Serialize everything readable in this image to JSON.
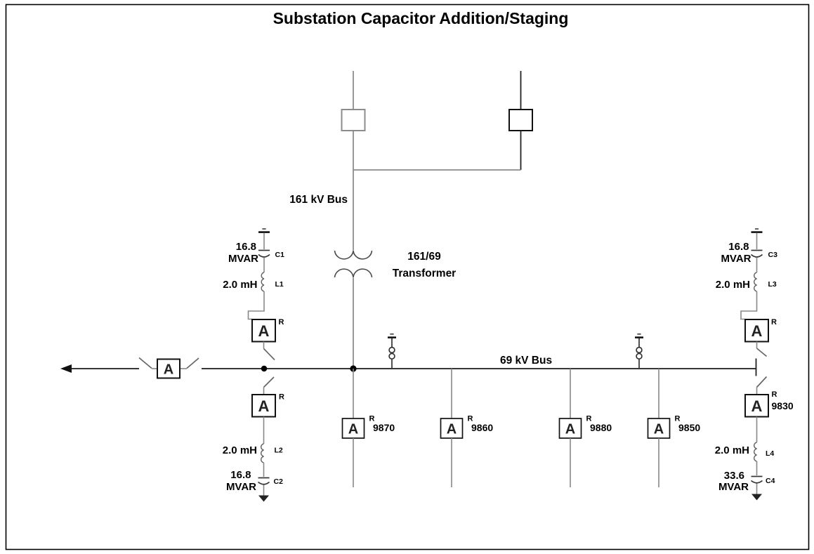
{
  "title": "Substation Capacitor Addition/Staging",
  "buses": {
    "hv_label": "161 kV Bus",
    "lv_label": "69 kV Bus"
  },
  "transformer": {
    "ratio": "161/69",
    "name": "Transformer"
  },
  "glyphs": {
    "breaker": "A",
    "relay": "R"
  },
  "banks": {
    "bank1": {
      "mvar": "16.8",
      "unit": "MVAR",
      "cap": "C1",
      "ind_val": "2.0 mH",
      "ind": "L1"
    },
    "bank2": {
      "mvar": "16.8",
      "unit": "MVAR",
      "cap": "C2",
      "ind_val": "2.0 mH",
      "ind": "L2"
    },
    "bank3": {
      "mvar": "16.8",
      "unit": "MVAR",
      "cap": "C3",
      "ind_val": "2.0 mH",
      "ind": "L3"
    },
    "bank4": {
      "mvar": "33.6",
      "unit": "MVAR",
      "cap": "C4",
      "ind_val": "2.0 mH",
      "ind": "L4"
    }
  },
  "bank_breaker_number": "9830",
  "feeders": [
    {
      "num": "9870"
    },
    {
      "num": "9860"
    },
    {
      "num": "9880"
    },
    {
      "num": "9850"
    }
  ],
  "colors": {
    "ink": "#000000",
    "wire_gray": "#8c8c8c",
    "background": "#ffffff"
  }
}
